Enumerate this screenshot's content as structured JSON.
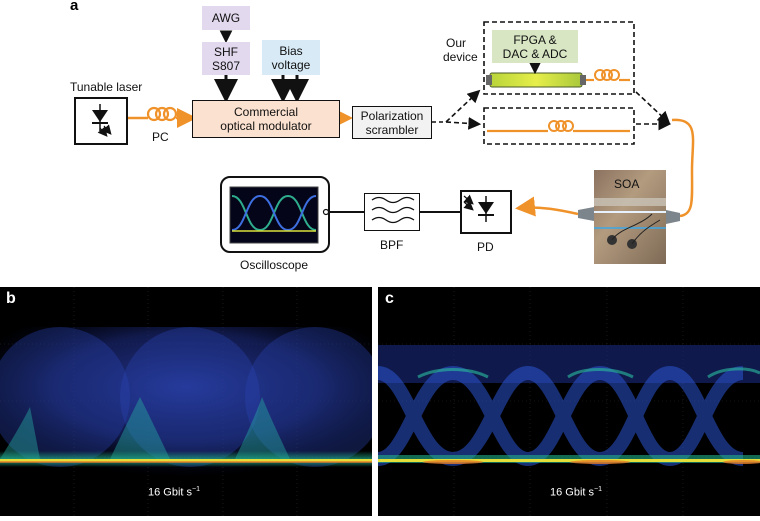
{
  "panels": {
    "a": "a",
    "b": "b",
    "c": "c"
  },
  "setup": {
    "tunable_laser": "Tunable laser",
    "pc": "PC",
    "awg": "AWG",
    "shf_line1": "SHF",
    "shf_line2": "S807",
    "bias_line1": "Bias",
    "bias_line2": "voltage",
    "modulator_line1": "Commercial",
    "modulator_line2": "optical modulator",
    "scrambler_line1": "Polarization",
    "scrambler_line2": "scrambler",
    "our_device_line1": "Our",
    "our_device_line2": "device",
    "fpga_line1": "FPGA &",
    "fpga_line2": "DAC & ADC",
    "soa": "SOA",
    "pd": "PD",
    "bpf": "BPF",
    "oscilloscope": "Oscilloscope"
  },
  "eyes": {
    "b_label": "16 Gbit s",
    "b_sup": "−1",
    "c_label": "16 Gbit s",
    "c_sup": "−1"
  },
  "colors": {
    "fiber": "#f0922a",
    "modulator": "#fbe1cf",
    "awg": "#e2d9ee",
    "bias": "#d8eaf6",
    "fpga": "#d8e6c4",
    "eye_bg": "#000000"
  }
}
